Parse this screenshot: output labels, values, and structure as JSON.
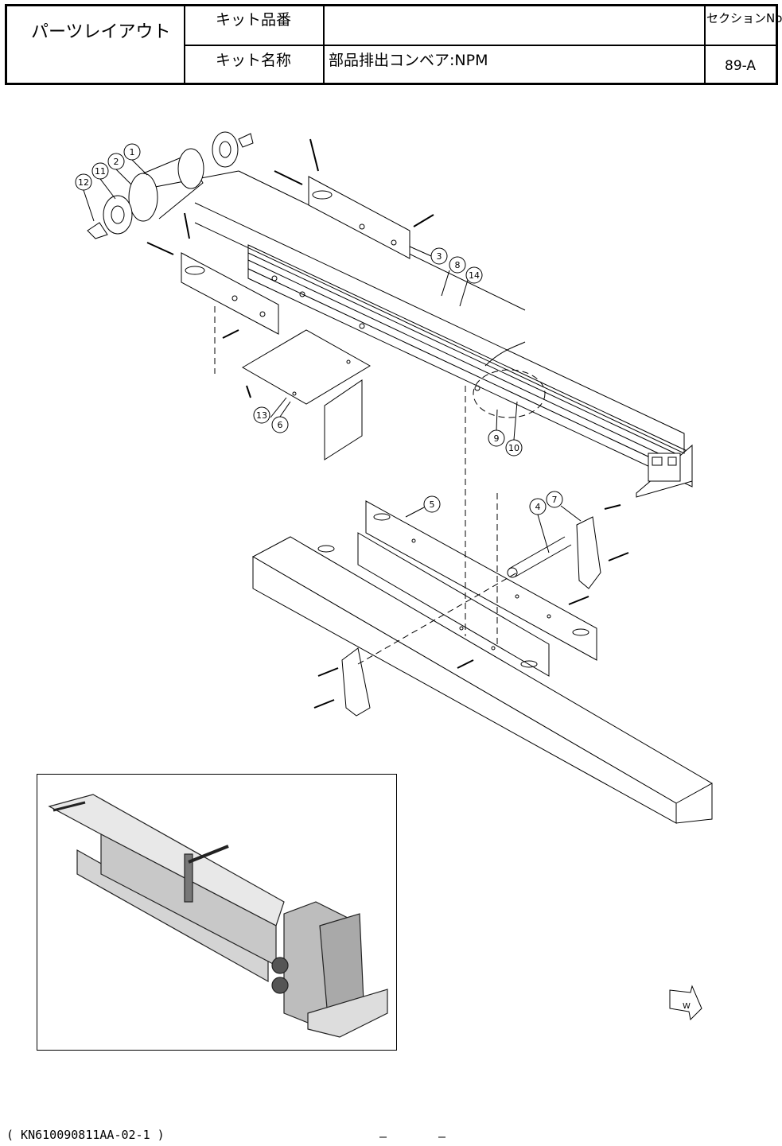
{
  "header": {
    "doc_type": "パーツレイアウト",
    "kit_no_label": "キット品番",
    "kit_no_value": "",
    "kit_name_label": "キット名称",
    "kit_name_value": "部品排出コンベア:NPM",
    "section_label": "セクションNo.",
    "section_value": "89-A"
  },
  "callouts": [
    "1",
    "2",
    "3",
    "4",
    "5",
    "6",
    "7",
    "8",
    "9",
    "10",
    "11",
    "12",
    "13",
    "14"
  ],
  "direction_marker": "W",
  "footer": {
    "code": "( KN610090811AA-02-1 )",
    "dash_left": "–",
    "dash_right": "–"
  }
}
